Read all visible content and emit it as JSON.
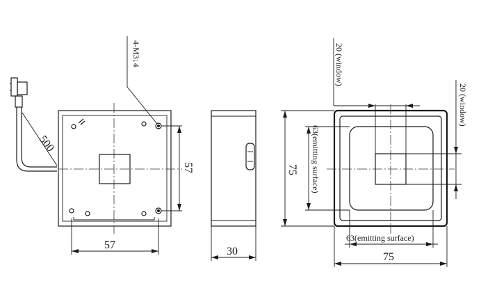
{
  "labels": {
    "cable_length": "500",
    "hole_spec": "4-M3↓4",
    "front_height": "57",
    "front_width": "57",
    "side_depth": "30",
    "right_height": "75",
    "right_width": "75",
    "emit_vertical": "63(emitting surface)",
    "emit_horizontal": "63(emitting surface)",
    "window_top": "20 (window)",
    "window_right": "20 (window)"
  }
}
